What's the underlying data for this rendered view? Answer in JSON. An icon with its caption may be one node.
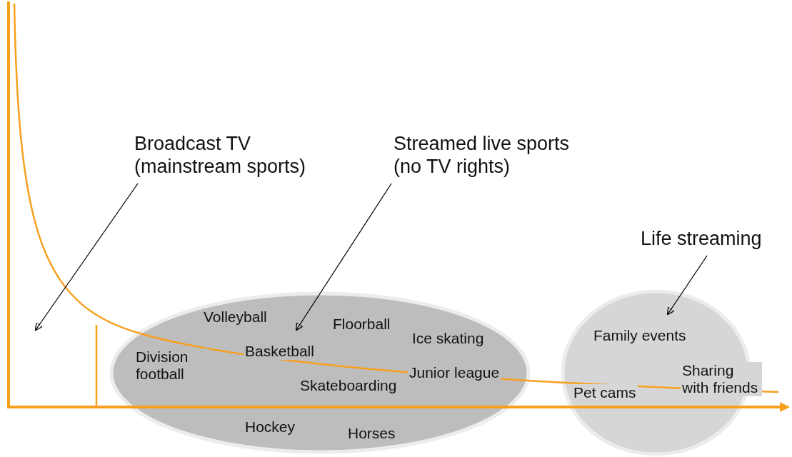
{
  "diagram": {
    "nodes": [
      {
        "text": [
          "Broadcast TV (mainstream sports)"
        ]
      },
      {
        "text": [
          "Streamed live sports (no TV rights)"
        ]
      },
      {
        "text": [
          "Volleyball",
          "Floorball",
          "Ice skating",
          "Division football",
          "Basketball",
          "Skateboarding",
          "Junior league",
          "Hockey",
          "Horses"
        ]
      },
      {
        "text": [
          "Life streaming"
        ]
      },
      {
        "text": [
          "Family events",
          "Sharing with friends",
          "Pet cams"
        ]
      }
    ],
    "edges": [
      {
        "from": 0,
        "to": null,
        "arrow": "to"
      },
      {
        "from": 1,
        "to": 2,
        "arrow": "to"
      },
      {
        "from": 3,
        "to": 4,
        "arrow": "to"
      }
    ]
  }
}
